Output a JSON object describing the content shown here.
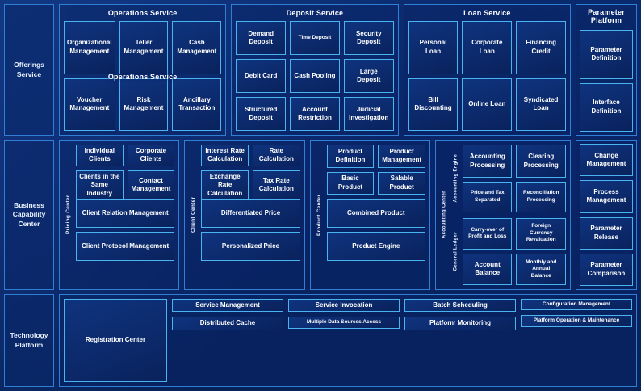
{
  "tiers": [
    {
      "label": "Offerings\nService"
    },
    {
      "label": "Business\nCapability\nCenter"
    },
    {
      "label": "Technology\nPlatform"
    }
  ],
  "offerings": {
    "groups": [
      {
        "title": "Operations Service",
        "duplicate_title": "Operations Service",
        "items": [
          "Organizational\nManagement",
          "Teller\nManagement",
          "Cash\nManagement",
          "Voucher\nManagement",
          "Risk\nManagement",
          "Ancillary\nTransaction"
        ]
      },
      {
        "title": "Deposit Service",
        "items": [
          "Demand\nDeposit",
          "Time Deposit",
          "Security\nDeposit",
          "Debit Card",
          "Cash Pooling",
          "Large\nDeposit",
          "Structured\nDeposit",
          "Account\nRestriction",
          "Judicial\nInvestigation"
        ]
      },
      {
        "title": "Loan Service",
        "items": [
          "Personal Loan",
          "Corporate\nLoan",
          "Financing\nCredit",
          "Bill Discounting",
          "Online Loan",
          "Syndicated\nLoan"
        ]
      }
    ]
  },
  "parameter_platform": {
    "title": "Parameter\nPlatform",
    "items": [
      "Parameter\nDefinition",
      "Interface\nDefinition",
      "Change\nManagement",
      "Process\nManagement",
      "Parameter\nRelease",
      "Parameter\nComparison"
    ]
  },
  "business": {
    "pricing_center": {
      "vlabel": "Pricing Center",
      "grid": [
        "Individual Clients",
        "Corporate\nClients",
        "Clients in the\nSame Industry",
        "Contact\nManagement"
      ],
      "wide": [
        "Client Relation Management",
        "Client Protocol Management"
      ]
    },
    "client_center": {
      "vlabel": "Client Center",
      "grid": [
        "Interest Rate\nCalculation",
        "Rate\nCalculation",
        "Exchange Rate\nCalculation",
        "Tax Rate\nCalculation"
      ],
      "wide": [
        "Differentiated Price",
        "Personalized Price"
      ]
    },
    "product_center": {
      "vlabel": "Product Center",
      "grid": [
        "Product\nDefinition",
        "Product\nManagement",
        "Basic Product",
        "Salable Product"
      ],
      "wide": [
        "Combined Product",
        "Product Engine"
      ]
    },
    "accounting_center": {
      "vlabel": "Accounting Center",
      "sub": [
        {
          "vlabel": "Accounting Engine",
          "items": [
            "Accounting\nProcessing",
            "Clearing\nProcessing",
            "Price and Tax\nSeparated",
            "Reconciliation\nProcessing"
          ]
        },
        {
          "vlabel": "General  Ledger",
          "items": [
            "Carry-over of\nProfit and Loss",
            "Foreign\nCurrency\nRevaluation",
            "Account\nBalance",
            "Monthly and\nAnnual\nBalance"
          ]
        }
      ]
    }
  },
  "technology": {
    "registration": "Registration Center",
    "columns": [
      [
        "Service Management",
        "Distributed Cache"
      ],
      [
        "Service Invocation",
        "Multiple Data Sources Access"
      ],
      [
        "Batch Scheduling",
        "Platform Monitoring"
      ],
      [
        "Configuration Management",
        "Platform Operation & Maintenance"
      ]
    ]
  }
}
